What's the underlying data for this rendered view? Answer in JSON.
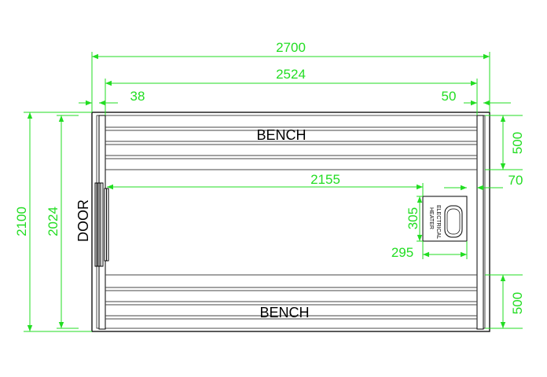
{
  "colors": {
    "dimension": "#22dd22",
    "outline": "#000000",
    "wood": "#555555"
  },
  "labels": {
    "bench_top": "BENCH",
    "bench_bottom": "BENCH",
    "door": "DOOR",
    "heater_line1": "ELECTRICAL",
    "heater_line2": "HEATER"
  },
  "dimensions": {
    "overall_width": "2700",
    "inner_width": "2524",
    "left_wall": "38",
    "right_wall": "50",
    "bench_depth_top": "500",
    "heater_offset": "70",
    "heater_distance": "2155",
    "heater_depth": "305",
    "heater_width": "295",
    "overall_height": "2100",
    "inner_height": "2024",
    "bench_depth_bottom": "500"
  }
}
